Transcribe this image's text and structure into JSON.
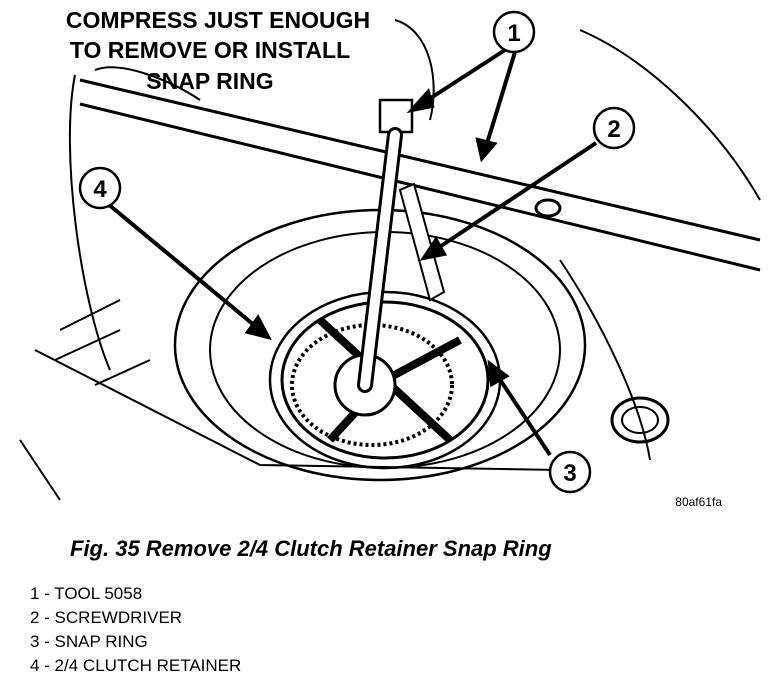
{
  "illustration": {
    "instruction_lines": [
      "COMPRESS JUST ENOUGH",
      "TO REMOVE OR INSTALL",
      "SNAP RING"
    ],
    "callouts": [
      "1",
      "2",
      "3",
      "4"
    ],
    "figure_code": "80af61fa"
  },
  "caption": "Fig. 35 Remove 2/4 Clutch Retainer Snap Ring",
  "legend": [
    "1 - TOOL 5058",
    "2 - SCREWDRIVER",
    "3 - SNAP RING",
    "4 - 2/4 CLUTCH RETAINER"
  ]
}
